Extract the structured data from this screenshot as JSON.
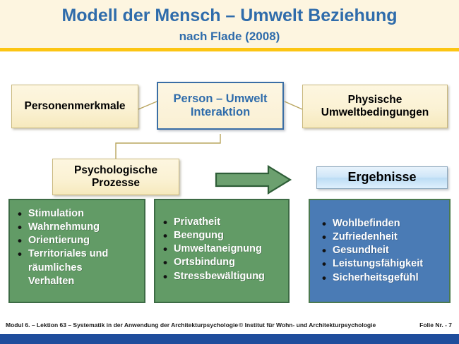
{
  "header": {
    "title": "Modell der Mensch – Umwelt Beziehung",
    "subtitle": "nach Flade (2008)",
    "title_color": "#2f6cab",
    "band_color": "#fdf5e0",
    "rule_color": "#fcc513"
  },
  "diagram": {
    "nodes": {
      "person_traits": {
        "label": "Personenmerkmale"
      },
      "interaction": {
        "label": "Person – Umwelt\nInteraktion",
        "line1": "Person – Umwelt",
        "line2": "Interaktion"
      },
      "physical_conditions": {
        "line1": "Physische",
        "line2": "Umweltbedingungen"
      },
      "psych_processes": {
        "line1": "Psychologische",
        "line2": "Prozesse"
      },
      "results": {
        "label": "Ergebnisse"
      }
    },
    "arrow": {
      "name": "right-arrow",
      "color": "#6ca06f",
      "outline": "#2f5e38"
    },
    "connector_color": "#b9a55e"
  },
  "lists": {
    "processes_left": {
      "background": "#629b66",
      "border": "#3d6b45",
      "items": [
        {
          "text": "Stimulation",
          "continuation": false
        },
        {
          "text": "Wahrnehmung",
          "continuation": false
        },
        {
          "text": "Orientierung",
          "continuation": false
        },
        {
          "text": "Territoriales und",
          "continuation": false
        },
        {
          "text": "räumliches",
          "continuation": true
        },
        {
          "text": "Verhalten",
          "continuation": true
        }
      ]
    },
    "processes_right": {
      "background": "#629b66",
      "border": "#3d6b45",
      "items": [
        {
          "text": "Privatheit",
          "continuation": false
        },
        {
          "text": "Beengung",
          "continuation": false
        },
        {
          "text": "Umweltaneignung",
          "continuation": false
        },
        {
          "text": "Ortsbindung",
          "continuation": false
        },
        {
          "text": "Stressbewältigung",
          "continuation": false
        }
      ]
    },
    "results": {
      "background": "#4a7bb5",
      "border": "#4c7a4f",
      "items": [
        {
          "text": "Wohlbefinden",
          "continuation": false
        },
        {
          "text": "Zufriedenheit",
          "continuation": false
        },
        {
          "text": "Gesundheit",
          "continuation": false
        },
        {
          "text": "Leistungsfähigkeit",
          "continuation": false
        },
        {
          "text": "Sicherheitsgefühl",
          "continuation": false
        }
      ]
    }
  },
  "footer": {
    "left": "Modul 6. – Lektion 63 – Systematik in der Anwendung der Architekturpsychologie",
    "center": "© Institut für Wohn- und Architekturpsychologie",
    "right": "Folie Nr. - 7",
    "bar_color": "#1f4d9c"
  }
}
